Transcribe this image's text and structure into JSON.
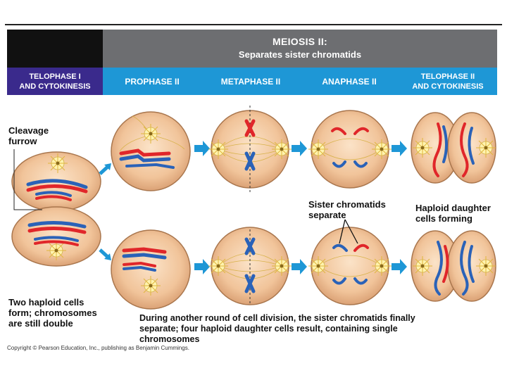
{
  "header": {
    "title": "MEIOSIS II:",
    "subtitle": "Separates sister chromatids"
  },
  "stages": [
    {
      "line1": "TELOPHASE I",
      "line2": "AND CYTOKINESIS"
    },
    {
      "line1": "PROPHASE II",
      "line2": ""
    },
    {
      "line1": "METAPHASE II",
      "line2": ""
    },
    {
      "line1": "ANAPHASE II",
      "line2": ""
    },
    {
      "line1": "TELOPHASE II",
      "line2": "AND CYTOKINESIS"
    }
  ],
  "labels": {
    "cleavage_1": "Cleavage",
    "cleavage_2": "furrow",
    "sister_1": "Sister chromatids",
    "sister_2": "separate",
    "haploid_1": "Haploid daughter",
    "haploid_2": "cells forming",
    "two_cells_1": "Two haploid cells",
    "two_cells_2": "form; chromosomes",
    "two_cells_3": "are still double",
    "caption_1": "During another round of cell division, the sister chromatids finally",
    "caption_2": "separate; four haploid daughter cells result, containing single",
    "caption_3": "chromosomes"
  },
  "copyright": "Copyright © Pearson Education, Inc., publishing as Benjamin Cummings.",
  "colors": {
    "cell_fill": "#f1c49a",
    "cell_edge": "#c98f5e",
    "chromosome_red": "#e0262a",
    "chromosome_blue": "#2a62b8",
    "arrow": "#1e97d6",
    "stage_bar": "#1e97d6",
    "stage_bar_first": "#3a2a8c",
    "header_gray": "#6d6e71"
  }
}
